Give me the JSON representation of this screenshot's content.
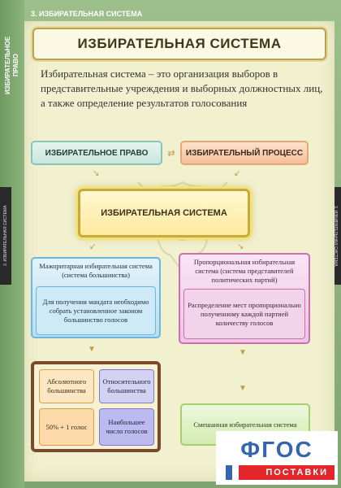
{
  "header": {
    "poster_number_title": "3. ИЗБИРАТЕЛЬНАЯ СИСТЕМА",
    "left_vertical_label": "ИЗБИРАТЕЛЬНОЕ ПРАВО",
    "side_tab_text": "3. ИЗБИРАТЕЛЬНАЯ СИСТЕМА"
  },
  "title": "ИЗБИРАТЕЛЬНАЯ СИСТЕМА",
  "definition": "Избирательная система – это организация выборов в представительные учреждения и выборных должностных лиц, а также определение результатов голосования",
  "top_boxes": {
    "pravo": "ИЗБИРАТЕЛЬНОЕ ПРАВО",
    "process": "ИЗБИРАТЕЛЬНЫЙ ПРОЦЕСС"
  },
  "center_box": "ИЗБИРАТЕЛЬНАЯ СИСТЕМА",
  "majoritarian": {
    "title": "Мажоритарная избирательная система (система большинства)",
    "description": "Для получения мандата необходимо собрать установленное законом большинство голосов"
  },
  "proportional": {
    "title": "Пропорциональная избирательная система (система представителей политических партий)",
    "description": "Распределение мест пропорционально полученному каждой партией количеству голосов"
  },
  "majority_types": {
    "absolute": "Абсолютного большинства",
    "relative": "Относительного большинства",
    "absolute_rule": "50% + 1 голос",
    "relative_rule": "Наибольшее число голосов"
  },
  "mixed": "Смешанная избирательная система",
  "logo": {
    "top": "ФГОС",
    "bottom": "ПОСТАВКИ"
  },
  "colors": {
    "background_green": "#8db57e",
    "paper": "#f1f0cf",
    "gold": "#c8a93e",
    "teal": "#88c5b6",
    "orange": "#e5a776",
    "blue": "#6db7df",
    "pink": "#cc6fb0",
    "violet": "#7d7bd0",
    "lime": "#a6cf72"
  }
}
